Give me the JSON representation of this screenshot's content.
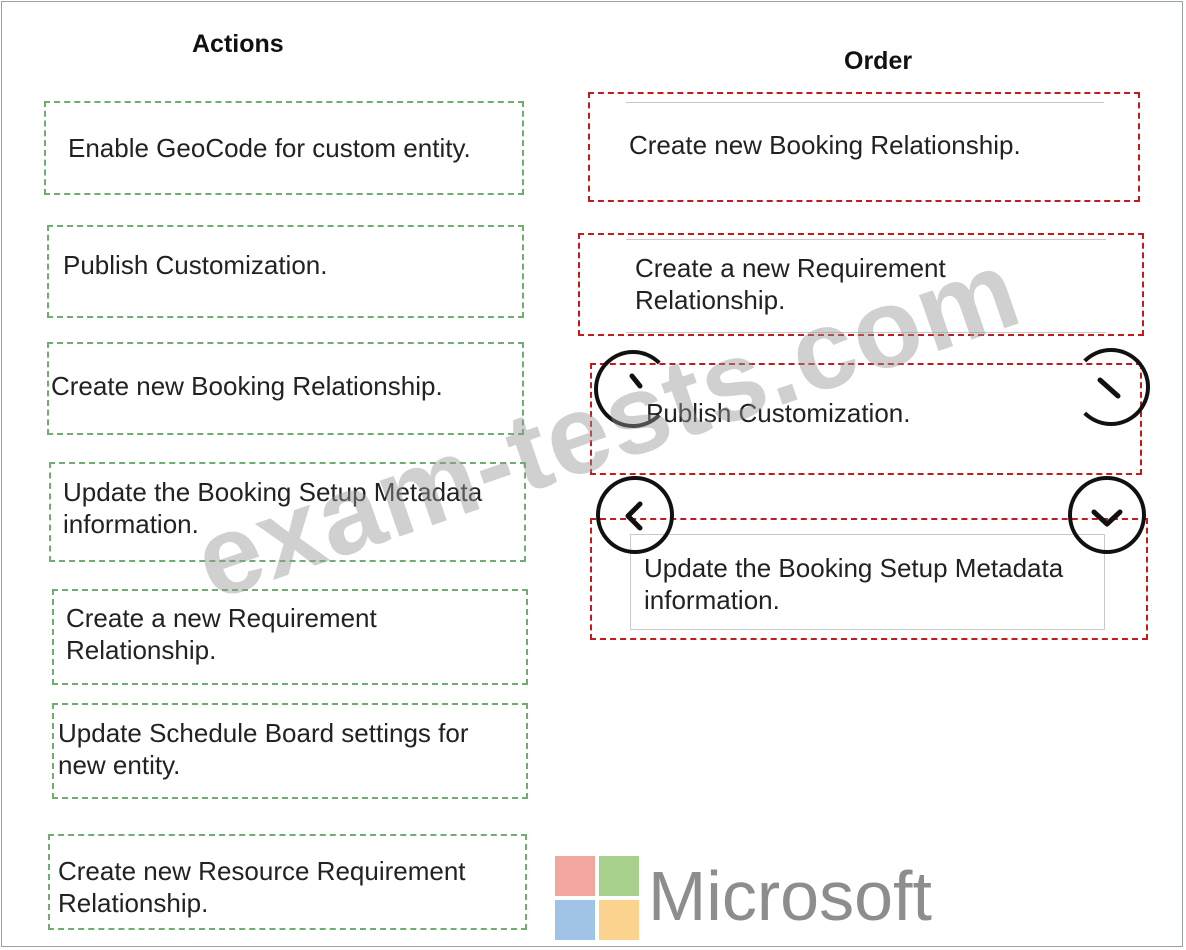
{
  "headings": {
    "actions": "Actions",
    "order": "Order"
  },
  "actions": [
    "Enable GeoCode for custom entity.",
    "Publish Customization.",
    "Create new Booking Relationship.",
    "Update the Booking Setup Metadata information.",
    "Create a new Requirement Relationship.",
    "Update Schedule Board settings for new entity.",
    "Create new Resource Requirement Relationship."
  ],
  "order": [
    "Create new Booking Relationship.",
    "Create a new Requirement Relationship.",
    "Publish Customization.",
    "Update the Booking Setup Metadata information."
  ],
  "controls": {
    "move_left_icon": "chevron-left-icon",
    "move_right_icon": "chevron-right-icon",
    "move_up_icon": "chevron-up-icon",
    "move_down_icon": "chevron-down-icon"
  },
  "watermark": "exam-tests.com",
  "brand": {
    "name": "Microsoft",
    "colors": [
      "#f2a79e",
      "#a7d08c",
      "#9fc3e6",
      "#fbd38e"
    ]
  },
  "colors": {
    "action_border": "#6fae6f",
    "order_border": "#c11b1b"
  }
}
